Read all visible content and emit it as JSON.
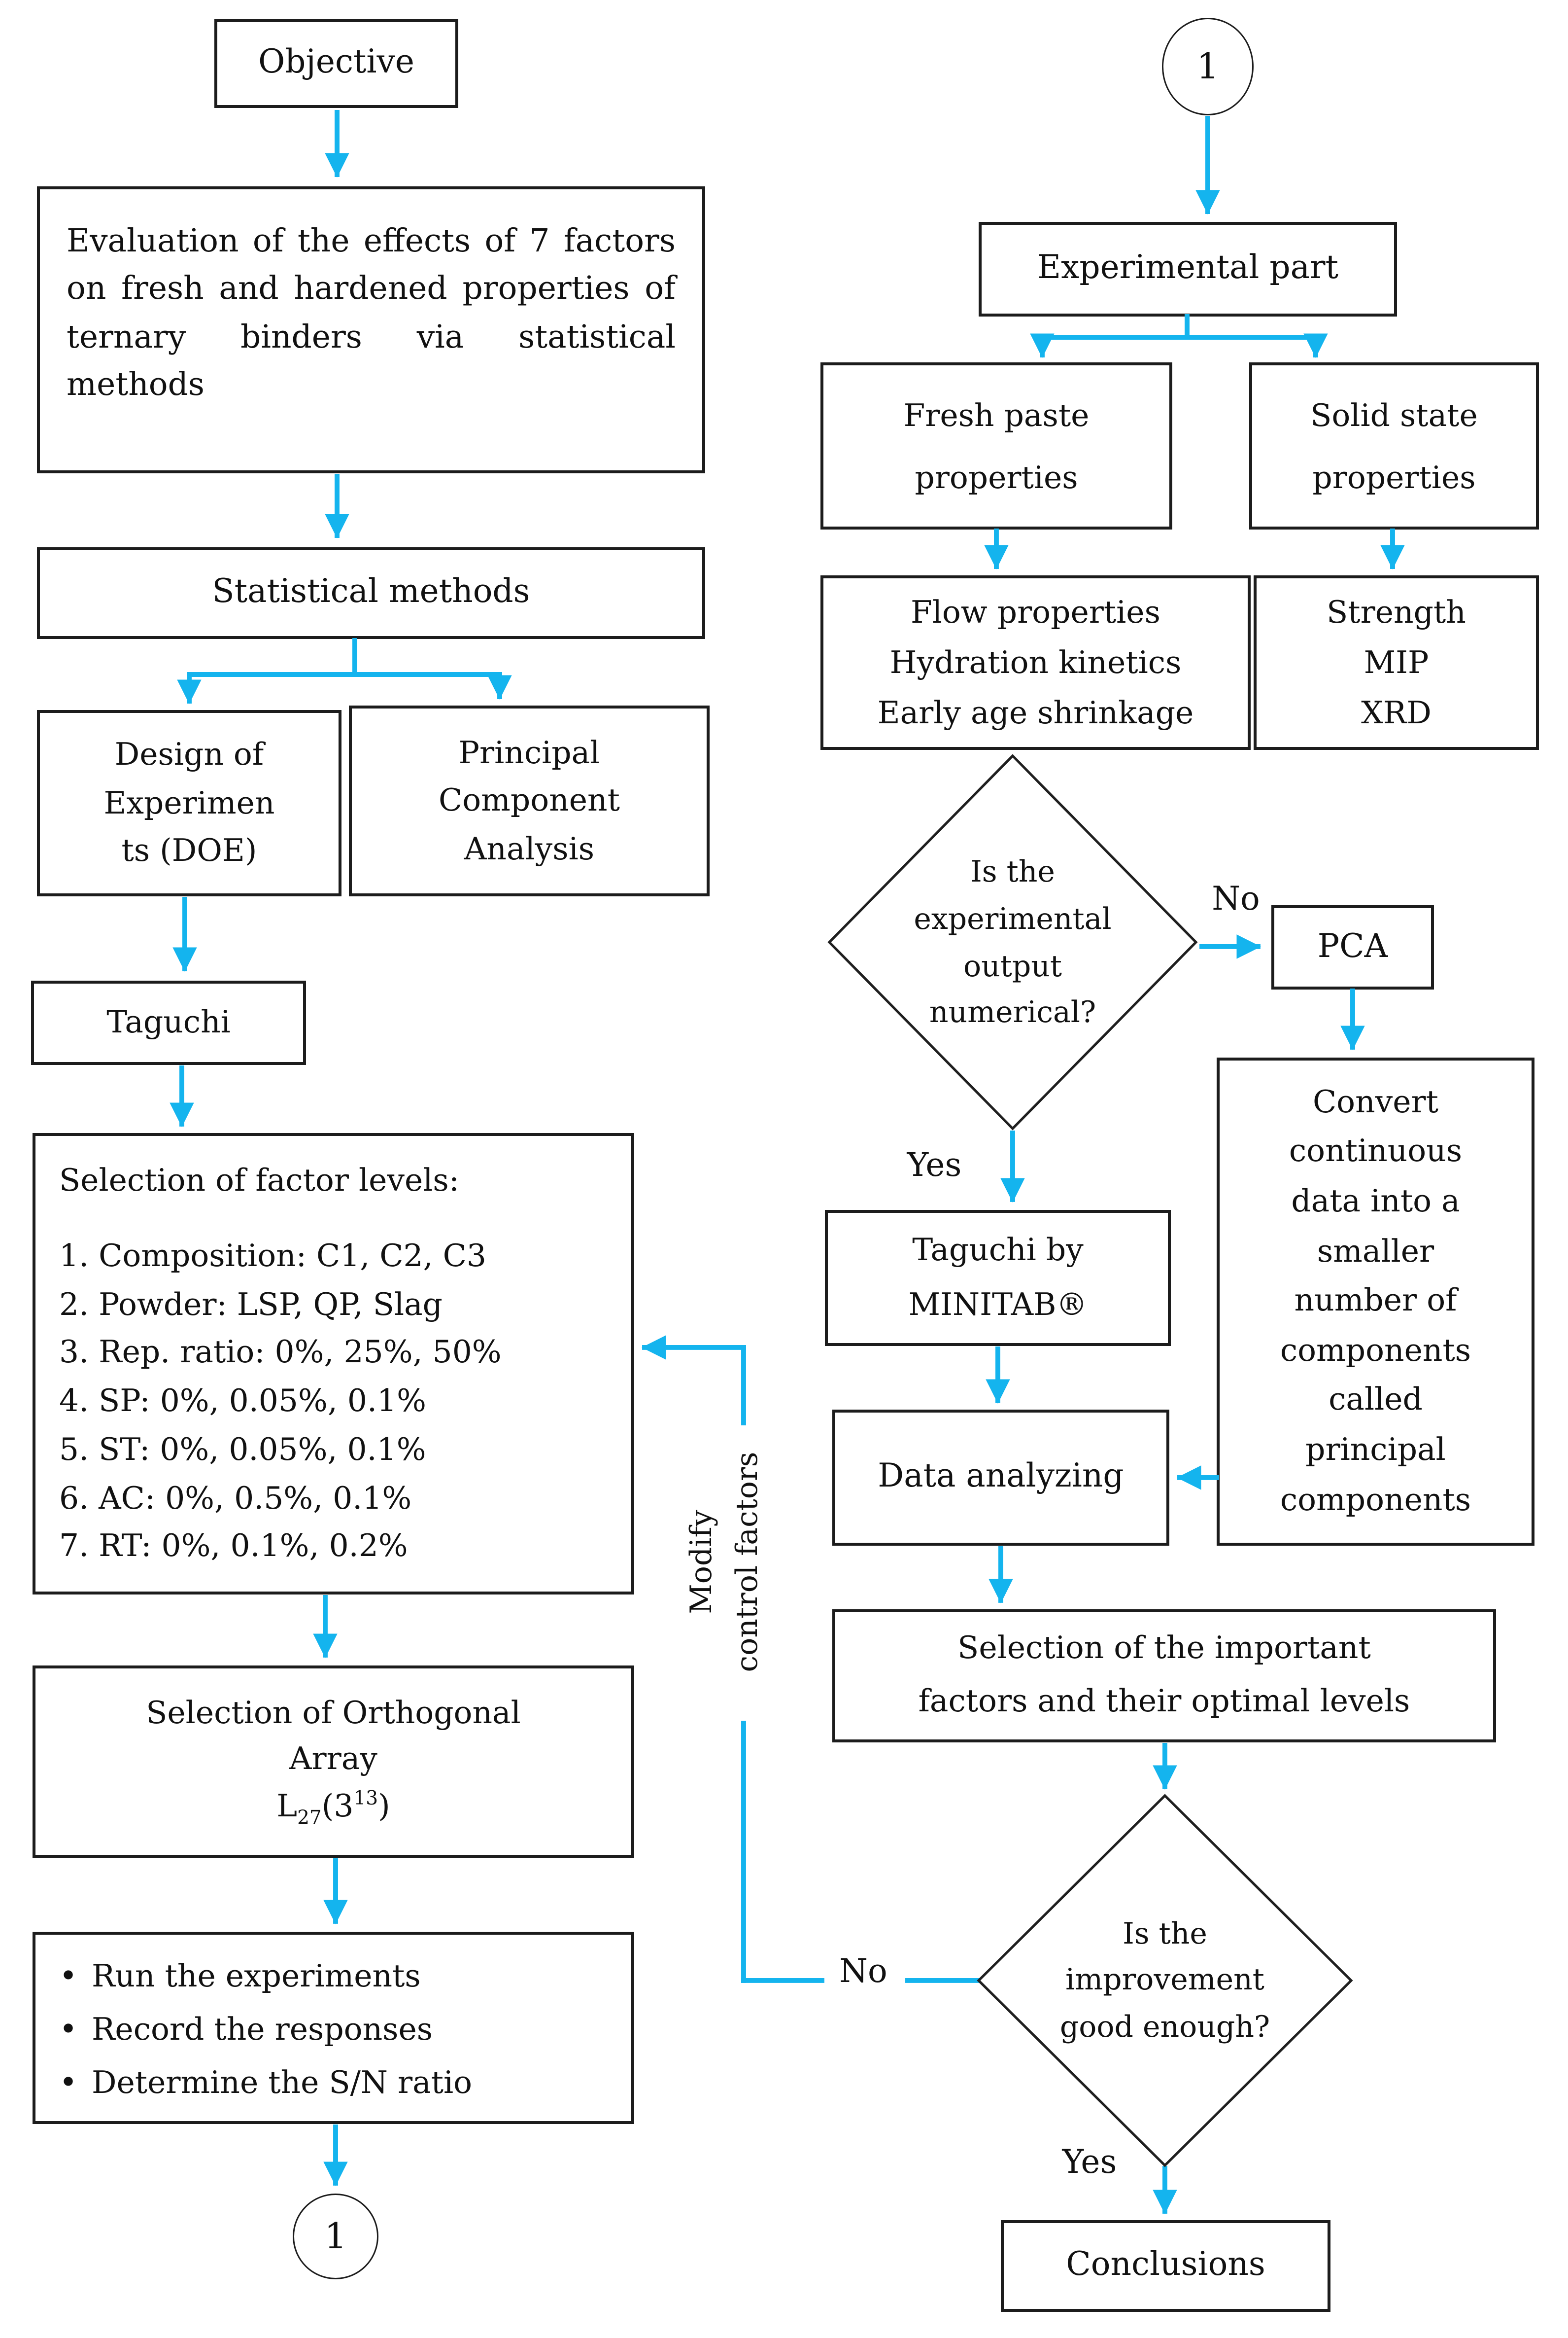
{
  "colors": {
    "arrow": "#14b4ee",
    "stroke": "#1c1c1c",
    "background": "#ffffff"
  },
  "left": {
    "objective": {
      "label": "Objective"
    },
    "evaluation": {
      "text": "Evaluation of the effects of 7 factors on fresh and hardened properties of ternary binders via statistical methods"
    },
    "statistical_methods": {
      "label": "Statistical methods"
    },
    "doe": {
      "lines": [
        "Design of",
        "Experimen",
        "ts (DOE)"
      ]
    },
    "principal_component_analysis": {
      "lines": [
        "Principal",
        "Component",
        "Analysis"
      ]
    },
    "taguchi": {
      "label": "Taguchi"
    },
    "factor_levels": {
      "heading": "Selection of factor levels:",
      "items": [
        "1. Composition: C1, C2, C3",
        "2. Powder: LSP, QP, Slag",
        "3. Rep. ratio: 0%, 25%, 50%",
        "4. SP: 0%, 0.05%, 0.1%",
        "5. ST: 0%, 0.05%, 0.1%",
        "6. AC: 0%, 0.5%, 0.1%",
        "7. RT: 0%, 0.1%, 0.2%"
      ]
    },
    "orthogonal_array": {
      "line1": "Selection of Orthogonal",
      "line2": "Array",
      "formula": {
        "base": "L",
        "sub": "27",
        "mid": "(3",
        "sup": "13",
        "close": ")"
      }
    },
    "run_experiments": {
      "items": [
        "Run the experiments",
        "Record the responses",
        "Determine the S/N ratio"
      ]
    },
    "connector_bottom": {
      "label": "1"
    }
  },
  "right": {
    "connector_top": {
      "label": "1"
    },
    "experimental_part": {
      "label": "Experimental part"
    },
    "fresh_paste": {
      "lines": [
        "Fresh paste",
        "properties"
      ]
    },
    "solid_state": {
      "lines": [
        "Solid state",
        "properties"
      ]
    },
    "flow_properties": {
      "lines": [
        "Flow properties",
        "Hydration kinetics",
        "Early age shrinkage"
      ]
    },
    "strength": {
      "lines": [
        "Strength",
        "MIP",
        "XRD"
      ]
    },
    "numerical_decision": {
      "lines": [
        "Is the",
        "experimental",
        "output",
        "numerical?"
      ],
      "no_label": "No",
      "yes_label": "Yes"
    },
    "pca": {
      "label": "PCA"
    },
    "convert": {
      "text": "Convert continuous data into a smaller number of components called principal components"
    },
    "taguchi_minitab": {
      "lines": [
        "Taguchi by",
        "MINITAB®"
      ]
    },
    "data_analyzing": {
      "label": "Data analyzing"
    },
    "important_factors": {
      "lines": [
        "Selection of the important",
        "factors and their optimal levels"
      ]
    },
    "improvement_decision": {
      "lines": [
        "Is the",
        "improvement",
        "good enough?"
      ],
      "no_label": "No",
      "yes_label": "Yes"
    },
    "conclusions": {
      "label": "Conclusions"
    }
  },
  "feedback": {
    "line1": "Modify",
    "line2": "control factors"
  }
}
